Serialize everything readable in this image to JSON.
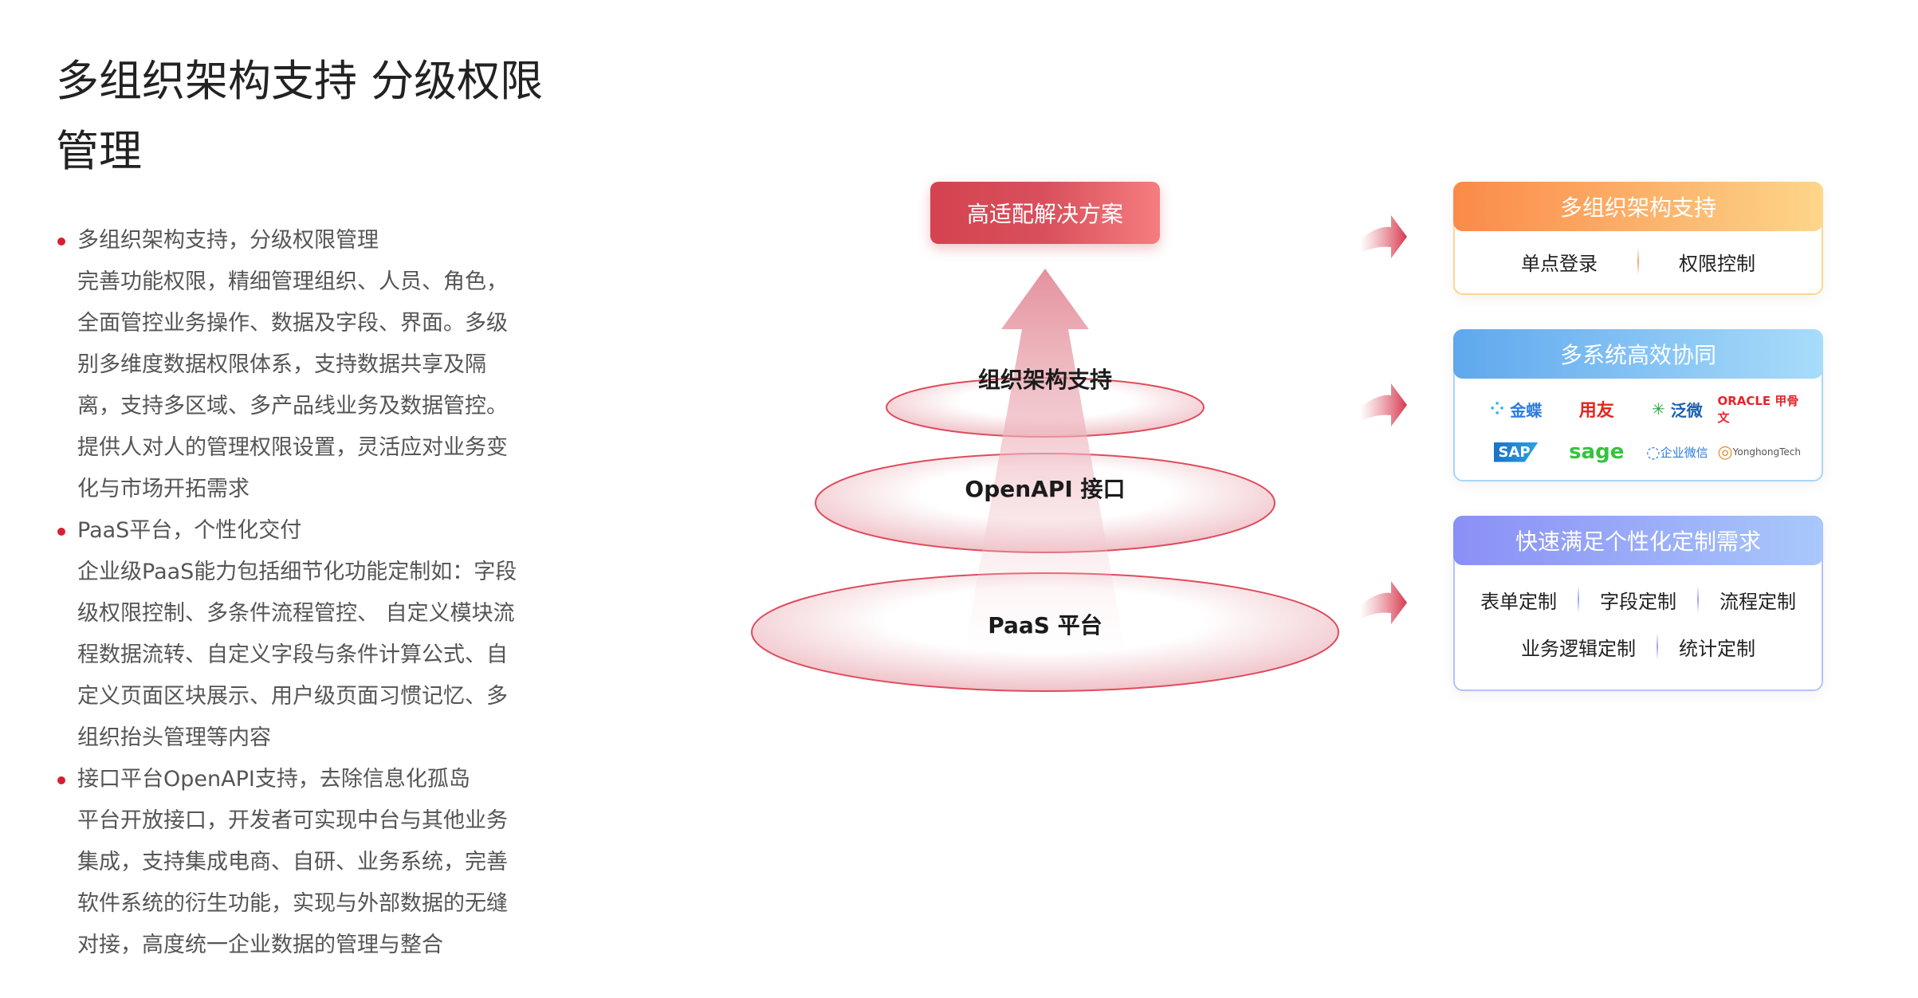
{
  "title": [
    "多组织架构支持 分级权限",
    "管理"
  ],
  "sections": [
    {
      "heading": "多组织架构支持，分级权限管理",
      "lines": [
        "完善功能权限，精细管理组织、人员、角色，",
        "全面管控业务操作、数据及字段、界面。多级",
        "别多维度数据权限体系，支持数据共享及隔",
        "离，支持多区域、多产品线业务及数据管控。",
        "提供人对人的管理权限设置，灵活应对业务变",
        "化与市场开拓需求"
      ]
    },
    {
      "heading": "PaaS平台，个性化交付",
      "lines": [
        "企业级PaaS能力包括细节化功能定制如：字段",
        "级权限控制、多条件流程管控、 自定义模块流",
        "程数据流转、自定义字段与条件计算公式、自",
        "定义页面区块展示、用户级页面习惯记忆、多",
        "组织抬头管理等内容"
      ]
    },
    {
      "heading": "接口平台OpenAPI支持，去除信息化孤岛",
      "lines": [
        "平台开放接口，开发者可实现中台与其他业务",
        "集成，支持集成电商、自研、业务系统，完善",
        "软件系统的衍生功能，实现与外部数据的无缝",
        "对接，高度统一企业数据的管理与整合"
      ]
    }
  ],
  "diagram": {
    "solution": "高适配解决方案",
    "layers": [
      "组织架构支持",
      "OpenAPI 接口",
      "PaaS 平台"
    ]
  },
  "cards": [
    {
      "title": "多组织架构支持",
      "items": [
        "单点登录",
        "权限控制"
      ]
    },
    {
      "title": "多系统高效协同",
      "logos": [
        "金蝶",
        "用友",
        "泛微",
        "ORACLE 甲骨文",
        "SAP",
        "sage",
        "企业微信",
        "YonghongTech"
      ]
    },
    {
      "title": "快速满足个性化定制需求",
      "rows": [
        [
          "表单定制",
          "字段定制",
          "流程定制"
        ],
        [
          "业务逻辑定制",
          "统计定制"
        ]
      ]
    }
  ],
  "colors": {
    "accent": "#d71f34",
    "orange": "#fb8a48",
    "blue": "#5fa8ee",
    "purple": "#8a8ff6"
  }
}
